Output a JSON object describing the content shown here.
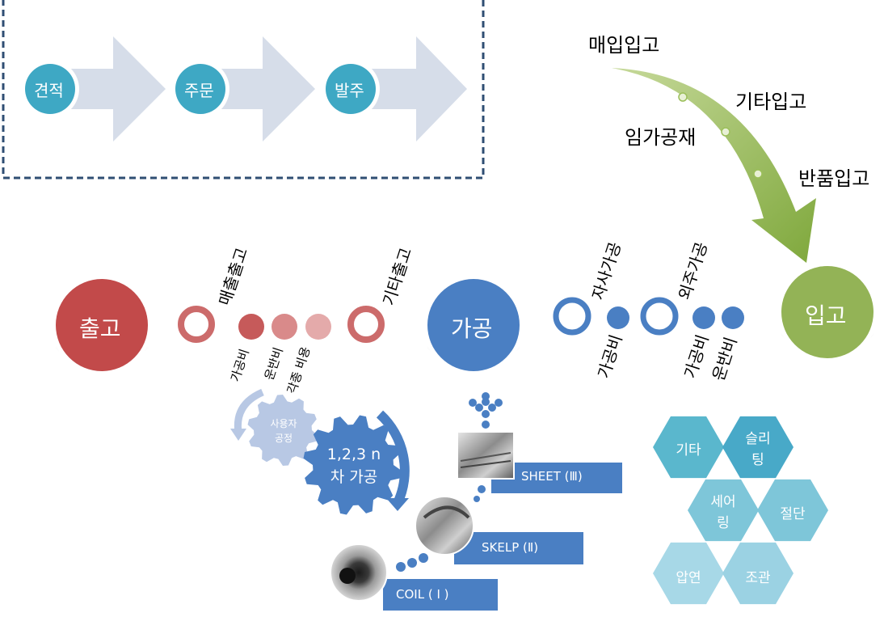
{
  "process_flow": {
    "steps": [
      "견적",
      "주문",
      "발주"
    ],
    "circle_color": "#3ea8c4",
    "arrow_color": "#d6dde9",
    "border_color": "#2f4e73"
  },
  "incoming": {
    "title": "매입입고",
    "items": [
      "기타입고",
      "임가공재",
      "반품입고"
    ],
    "arrow_color": "#8fb34a",
    "node_label": "입고",
    "node_color": "#93b356"
  },
  "outgoing": {
    "node_label": "출고",
    "node_color": "#c24a4a",
    "sales_label": "매출출고",
    "other_label": "기타출고",
    "costs": [
      "가공비",
      "운반비",
      "각종 비용"
    ]
  },
  "processing": {
    "node_label": "가공",
    "node_color": "#4a7fc3",
    "own_label": "자사가공",
    "outsource_label": "외주가공",
    "own_costs": [
      "가공비"
    ],
    "outsource_costs": [
      "가공비",
      "운반비"
    ]
  },
  "gears": {
    "user_process": "사용자\n공정",
    "multi_process": "1,2,3 n\n차 가공"
  },
  "materials": [
    "SHEET (Ⅲ)",
    "SKELP (Ⅱ)",
    "COIL ( I )"
  ],
  "hex_items": [
    "기타",
    "슬리\n팅",
    "세어\n링",
    "절단",
    "압연",
    "조관"
  ],
  "hex_colors": [
    "#5ab7cd",
    "#48a9c8",
    "#7ec6d9",
    "#7ec6d9",
    "#a7d8e7",
    "#9bd2e3"
  ]
}
